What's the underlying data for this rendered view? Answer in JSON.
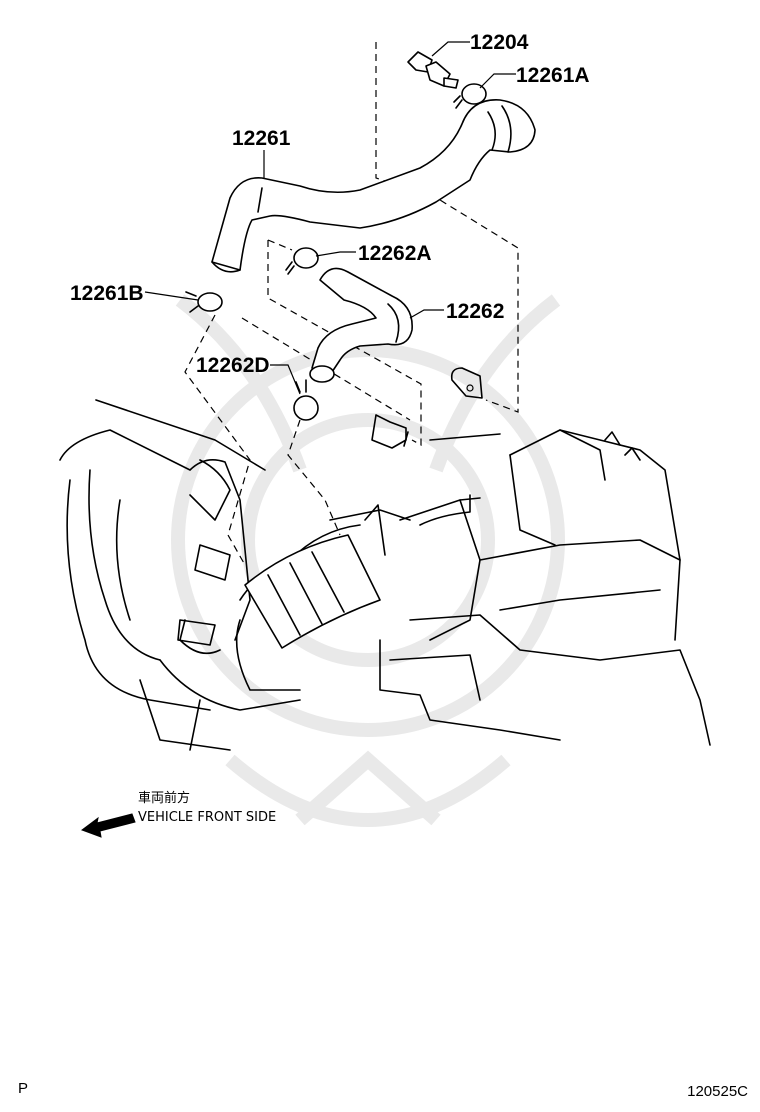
{
  "parts": [
    {
      "id": "p12204",
      "label": "12204"
    },
    {
      "id": "p12261A",
      "label": "12261A"
    },
    {
      "id": "p12261",
      "label": "12261"
    },
    {
      "id": "p12262A",
      "label": "12262A"
    },
    {
      "id": "p12261B",
      "label": "12261B"
    },
    {
      "id": "p12262",
      "label": "12262"
    },
    {
      "id": "p12262D",
      "label": "12262D"
    }
  ],
  "direction_note": {
    "japanese": "車両前方",
    "english": "VEHICLE FRONT SIDE"
  },
  "corner_left": "P",
  "diagram_code": "120525C"
}
